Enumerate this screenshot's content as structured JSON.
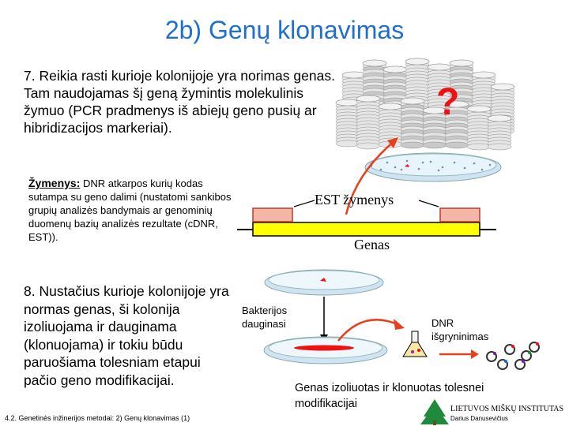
{
  "title": "2b) Genų klonavimas",
  "step7": "7. Reikia rasti kurioje kolonijoje yra norimas genas. Tam naudojamas šį geną žymintis molekulinis žymuo (PCR pradmenys iš abiejų geno pusių ar hibridizacijos markeriai).",
  "markers": {
    "label": "Žymenys:",
    "text": " DNR atkarpos kurių kodas sutampa su geno dalimi (nustatomi sankibos grupių analizės bandymais ar genominių duomenų bazių analizės rezultate (cDNR, EST))."
  },
  "est_label": "EST žymenys",
  "gene_label": "Genas",
  "question_mark": "?",
  "step8": "8. Nustačius kurioje kolonijoje yra normas genas, ši kolonija izoliuojama ir dauginama (klonuojama) ir tokiu būdu paruošiama tolesniam etapui pačio geno modifikacijai.",
  "bacteria_label": "Bakterijos dauginasi",
  "dna_label": "DNR išgryninimas",
  "isolated_label": "Genas izoliuotas ir klonuotas tolesnei modifikacijai",
  "footer": "4.2. Genetinės inžinerijos metodai: 2) Genų klonavimas (1)",
  "institute": "LIETUVOS MIŠKŲ INSTITUTAS",
  "author": "Darius Danusevičius",
  "colors": {
    "title": "#1f6fd0",
    "gene_bar": "#ffff00",
    "marker_fill": "#f4b6a6",
    "marker_stroke": "#c0392b",
    "arrow": "#e8401c",
    "colony": "#e11"
  }
}
